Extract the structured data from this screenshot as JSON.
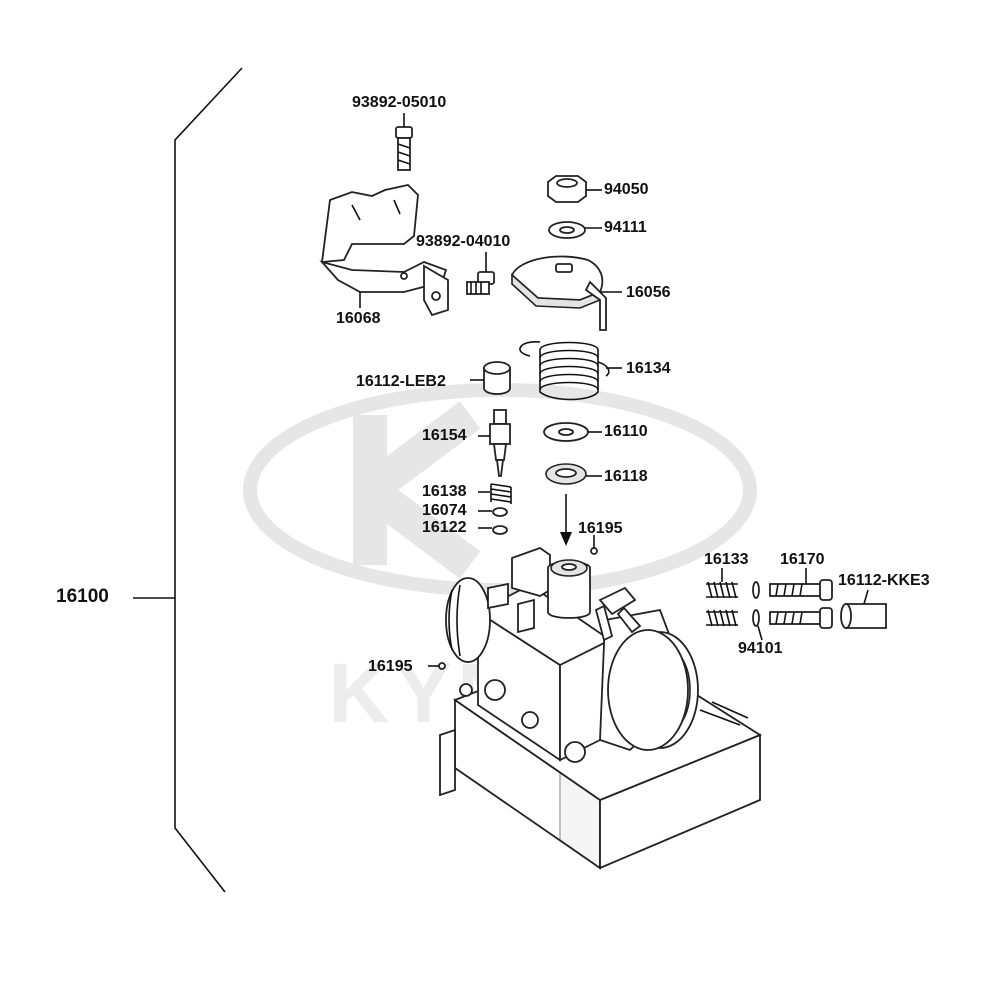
{
  "watermark": {
    "brand": "KYMCO"
  },
  "assembly": {
    "label": "16100"
  },
  "parts": [
    {
      "id": "p1",
      "label": "93892-05010"
    },
    {
      "id": "p2",
      "label": "94050"
    },
    {
      "id": "p3",
      "label": "94111"
    },
    {
      "id": "p4",
      "label": "93892-04010"
    },
    {
      "id": "p5",
      "label": "16056"
    },
    {
      "id": "p6",
      "label": "16068"
    },
    {
      "id": "p7",
      "label": "16134"
    },
    {
      "id": "p8",
      "label": "16112-LEB2"
    },
    {
      "id": "p9",
      "label": "16110"
    },
    {
      "id": "p10",
      "label": "16154"
    },
    {
      "id": "p11",
      "label": "16118"
    },
    {
      "id": "p12",
      "label": "16138"
    },
    {
      "id": "p13",
      "label": "16074"
    },
    {
      "id": "p14",
      "label": "16122"
    },
    {
      "id": "p15",
      "label": "16195"
    },
    {
      "id": "p16",
      "label": "16133"
    },
    {
      "id": "p17",
      "label": "16170"
    },
    {
      "id": "p18",
      "label": "16112-KKE3"
    },
    {
      "id": "p19",
      "label": "94101"
    },
    {
      "id": "p20",
      "label": "16195"
    }
  ]
}
